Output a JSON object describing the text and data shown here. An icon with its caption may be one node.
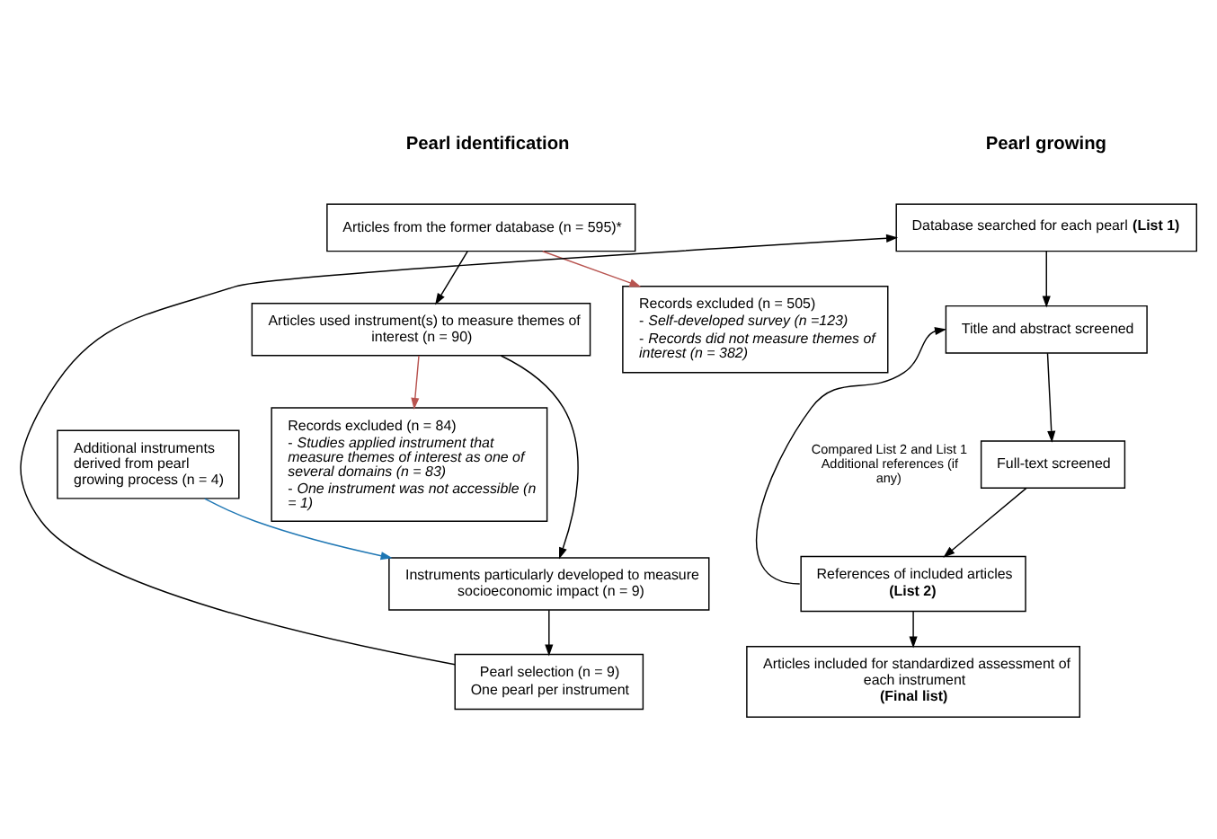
{
  "diagram": {
    "nodes": [
      {
        "text": [
          "Articles from the former database (n = 595)*"
        ]
      },
      {
        "text": [
          "Records excluded (n = 505)",
          "- *Self-developed survey (n =123)*",
          "- *Records did not measure themes of interest (n = 382)*"
        ]
      },
      {
        "text": [
          "Articles used instrument(s) to measure themes of interest (n = 90)"
        ]
      },
      {
        "text": [
          "Records excluded (n = 84)",
          "- *Studies applied instrument that measure themes of interest as one of several domains (n = 83)*",
          "- *One instrument was not accessible (n = 1)*"
        ]
      },
      {
        "text": [
          "Additional instruments derived from pearl growing process (n = 4)"
        ]
      },
      {
        "text": [
          "Instruments particularly developed to measure socioeconomic impact (n = 9)"
        ]
      },
      {
        "text": [
          "Pearl selection (n = 9)",
          "One pearl per instrument"
        ]
      },
      {
        "text": [
          "Database searched for each pearl **(List 1)**"
        ]
      },
      {
        "text": [
          "Title and abstract screened"
        ]
      },
      {
        "text": [
          "Full-text screened"
        ]
      },
      {
        "text": [
          "References of included articles",
          "**(List 2)**"
        ]
      },
      {
        "text": [
          "Articles included for standardized assessment of each instrument",
          "**(Final list)**"
        ]
      }
    ],
    "edges": [
      {
        "from": 0,
        "to": 2,
        "arrow": "to"
      },
      {
        "from": 0,
        "to": 1,
        "arrow": "to",
        "color": "#b85450"
      },
      {
        "from": 2,
        "to": 5,
        "arrow": "to"
      },
      {
        "from": 2,
        "to": 3,
        "arrow": "to",
        "color": "#b85450"
      },
      {
        "from": 4,
        "to": 5,
        "arrow": "to",
        "color": "#1f77b4"
      },
      {
        "from": 5,
        "to": 6,
        "arrow": "to"
      },
      {
        "from": 6,
        "to": 7,
        "arrow": "to"
      },
      {
        "from": 7,
        "to": 8,
        "arrow": "to"
      },
      {
        "from": 10,
        "to": 8,
        "arrow": "to",
        "label": "Compared List 2 and List 1 Additional references (if any)"
      },
      {
        "from": 8,
        "to": 9,
        "arrow": "to"
      },
      {
        "from": 9,
        "to": 10,
        "arrow": "to"
      },
      {
        "from": 10,
        "to": 11,
        "arrow": "to"
      }
    ],
    "labels": [
      "Pearl identification",
      "Pearl growing"
    ]
  }
}
